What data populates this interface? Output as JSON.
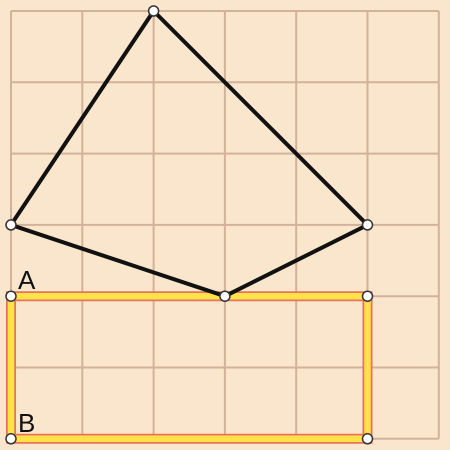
{
  "board": {
    "grid": {
      "columns": 6,
      "rows": 6
    },
    "colors": {
      "background": "#f9e6cc",
      "grid": "#d2b29a",
      "polygon": "#111111",
      "rectangle_fill": "#ffe24a",
      "rectangle_edge": "#e8735a",
      "vertex": "#ffffff"
    },
    "polygon": {
      "vertices": [
        {
          "id": "top",
          "x": 2,
          "y": 0
        },
        {
          "id": "right",
          "x": 5,
          "y": 3
        },
        {
          "id": "bottom-mid",
          "x": 3,
          "y": 4
        },
        {
          "id": "left",
          "x": 0,
          "y": 3
        }
      ]
    },
    "rectangle": {
      "corners": [
        {
          "id": "A",
          "x": 0,
          "y": 4
        },
        {
          "id": "top-right",
          "x": 5,
          "y": 4
        },
        {
          "id": "bottom-right",
          "x": 5,
          "y": 6
        },
        {
          "id": "B",
          "x": 0,
          "y": 6
        }
      ]
    },
    "labels": [
      {
        "id": "A",
        "text": "A"
      },
      {
        "id": "B",
        "text": "B"
      }
    ]
  }
}
